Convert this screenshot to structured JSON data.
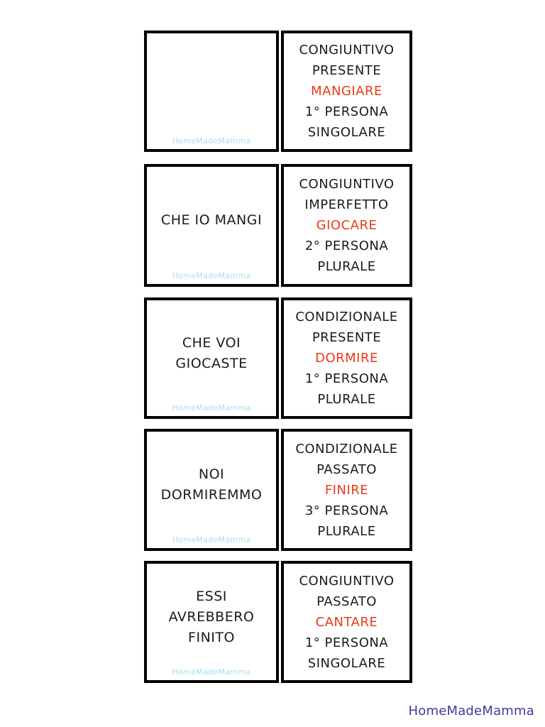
{
  "page": {
    "signature": "HomeMadeMamma",
    "watermark": "HomeMadeMamma",
    "colors": {
      "verb_red": "#ea3a16",
      "watermark_blue": "#a8dcf0",
      "signature_blue": "#3d3d9e",
      "text_black": "#1b1b1b",
      "border_black": "#000000"
    }
  },
  "cards": [
    {
      "left_lines": [],
      "mood": "CONGIUNTIVO",
      "tense": "PRESENTE",
      "verb": "MANGIARE",
      "person": "1° PERSONA",
      "number": "SINGOLARE"
    },
    {
      "left_lines": [
        "CHE IO MANGI"
      ],
      "mood": "CONGIUNTIVO",
      "tense": "IMPERFETTO",
      "verb": "GIOCARE",
      "person": "2° PERSONA",
      "number": "PLURALE"
    },
    {
      "left_lines": [
        "CHE VOI",
        "GIOCASTE"
      ],
      "mood": "CONDIZIONALE",
      "tense": "PRESENTE",
      "verb": "DORMIRE",
      "person": "1° PERSONA",
      "number": "PLURALE"
    },
    {
      "left_lines": [
        "NOI",
        "DORMIREMMO"
      ],
      "mood": "CONDIZIONALE",
      "tense": "PASSATO",
      "verb": "FINIRE",
      "person": "3° PERSONA",
      "number": "PLURALE"
    },
    {
      "left_lines": [
        "ESSI",
        "AVREBBERO",
        "FINITO"
      ],
      "mood": "CONGIUNTIVO",
      "tense": "PASSATO",
      "verb": "CANTARE",
      "person": "1° PERSONA",
      "number": "SINGOLARE"
    }
  ]
}
